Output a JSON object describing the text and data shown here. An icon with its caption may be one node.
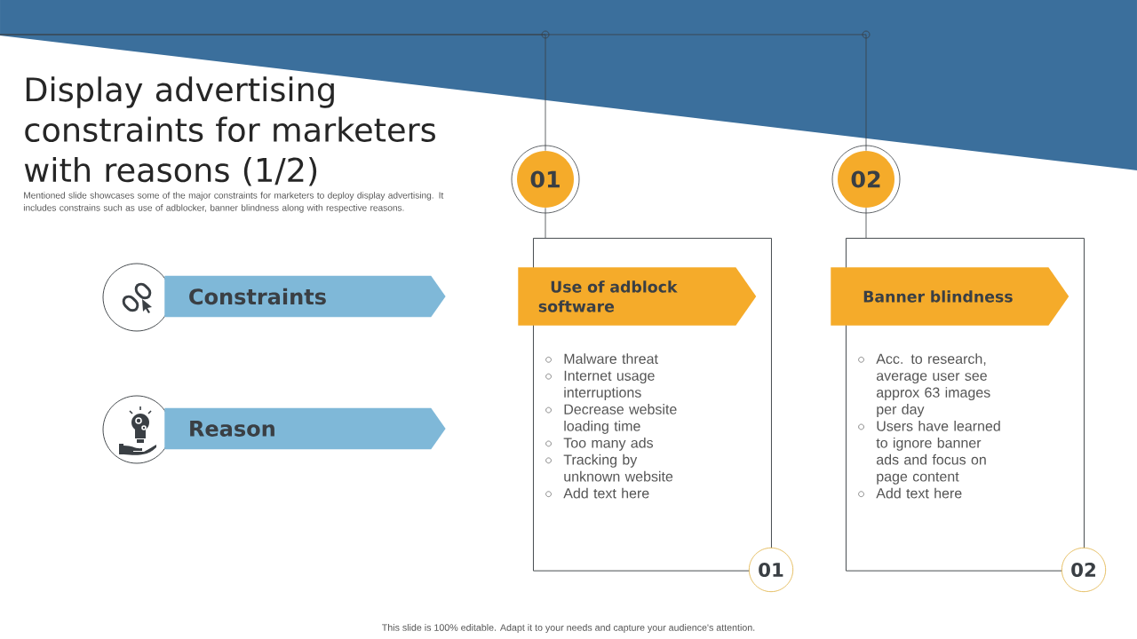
{
  "diagram": {
    "title": "Display advertising constraints for marketers with reasons (1/2)",
    "nodes": [
      {
        "text": [
          "Constraints"
        ]
      },
      {
        "text": [
          "Reason"
        ]
      },
      {
        "text": [
          "01"
        ]
      },
      {
        "text": [
          "Malware threat",
          "Internet  usage interruptions",
          "Decrease website loading time",
          "Too many ads",
          "Tracking by unknown website",
          "Add text here"
        ]
      },
      {
        "text": [
          "Use of adblock software"
        ],
        "in": 3
      },
      {
        "text": [
          "01"
        ]
      },
      {
        "text": [
          "02"
        ]
      },
      {
        "text": [
          "Acc. to research, average user see approx 63 images per day",
          "Users have learned to ignore banner ads and focus on page content",
          "Add text here"
        ]
      },
      {
        "text": [
          "Banner blindness"
        ],
        "in": 7
      },
      {
        "text": [
          "02"
        ]
      }
    ],
    "edges": [
      {
        "from": null,
        "to": 2,
        "arrow": "none"
      },
      {
        "from": 2,
        "to": 3,
        "arrow": "none"
      },
      {
        "from": null,
        "to": 6,
        "arrow": "none"
      },
      {
        "from": 6,
        "to": 7,
        "arrow": "none"
      }
    ],
    "labels": [
      "Mentioned slide showcases some of the major constraints for marketers to deploy display advertising. It includes constrains such as use of adblocker, banner blindness along with respective reasons.",
      "This slide is 100% editable. Adapt it to your needs and capture your audience's attention."
    ]
  }
}
